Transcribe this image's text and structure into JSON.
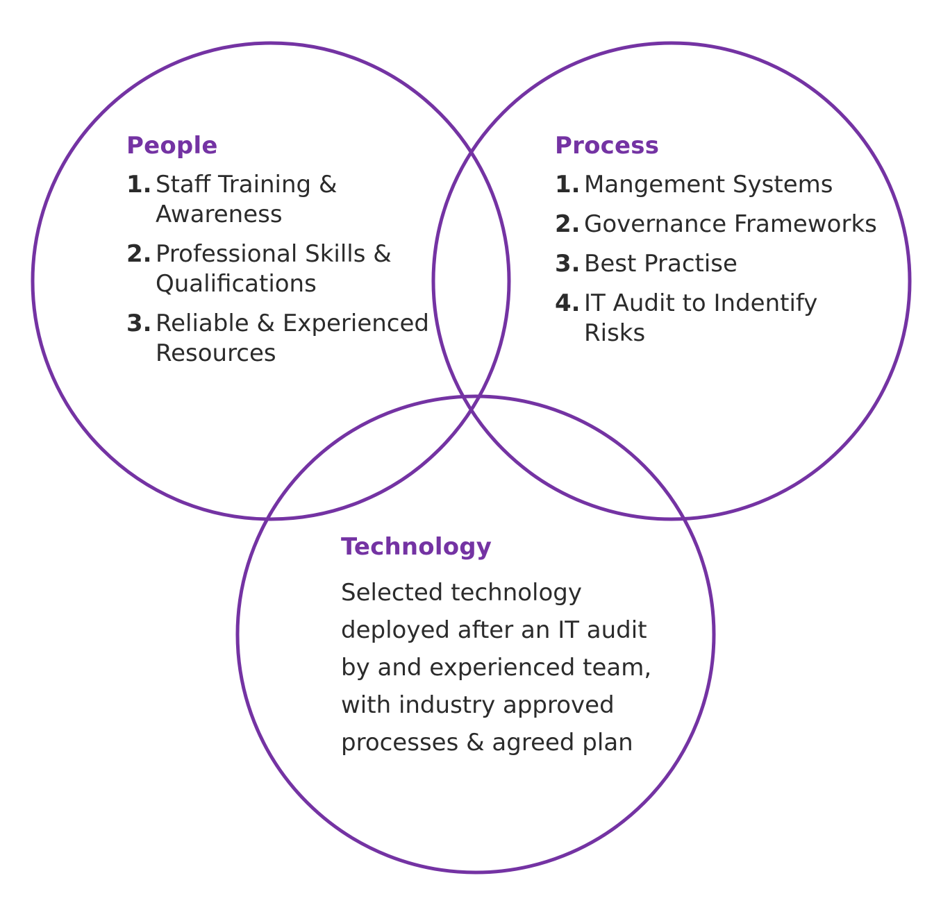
{
  "colors": {
    "accent": "#7433a3",
    "text": "#2b2b2b",
    "background": "#ffffff"
  },
  "people": {
    "title": "People",
    "items": [
      {
        "num": "1.",
        "text": "Staff Training & Awareness"
      },
      {
        "num": "2.",
        "text": "Professional Skills & Qualifications"
      },
      {
        "num": "3.",
        "text": "Reliable & Experienced Resources"
      }
    ]
  },
  "process": {
    "title": "Process",
    "items": [
      {
        "num": "1.",
        "text": "Mangement Systems"
      },
      {
        "num": "2.",
        "text": "Governance Frameworks"
      },
      {
        "num": "3.",
        "text": "Best Practise"
      },
      {
        "num": "4.",
        "text": "IT Audit to Indentify Risks"
      }
    ]
  },
  "technology": {
    "title": "Technology",
    "description": "Selected technology deployed after an IT audit by and experienced team, with industry approved processes & agreed plan"
  }
}
